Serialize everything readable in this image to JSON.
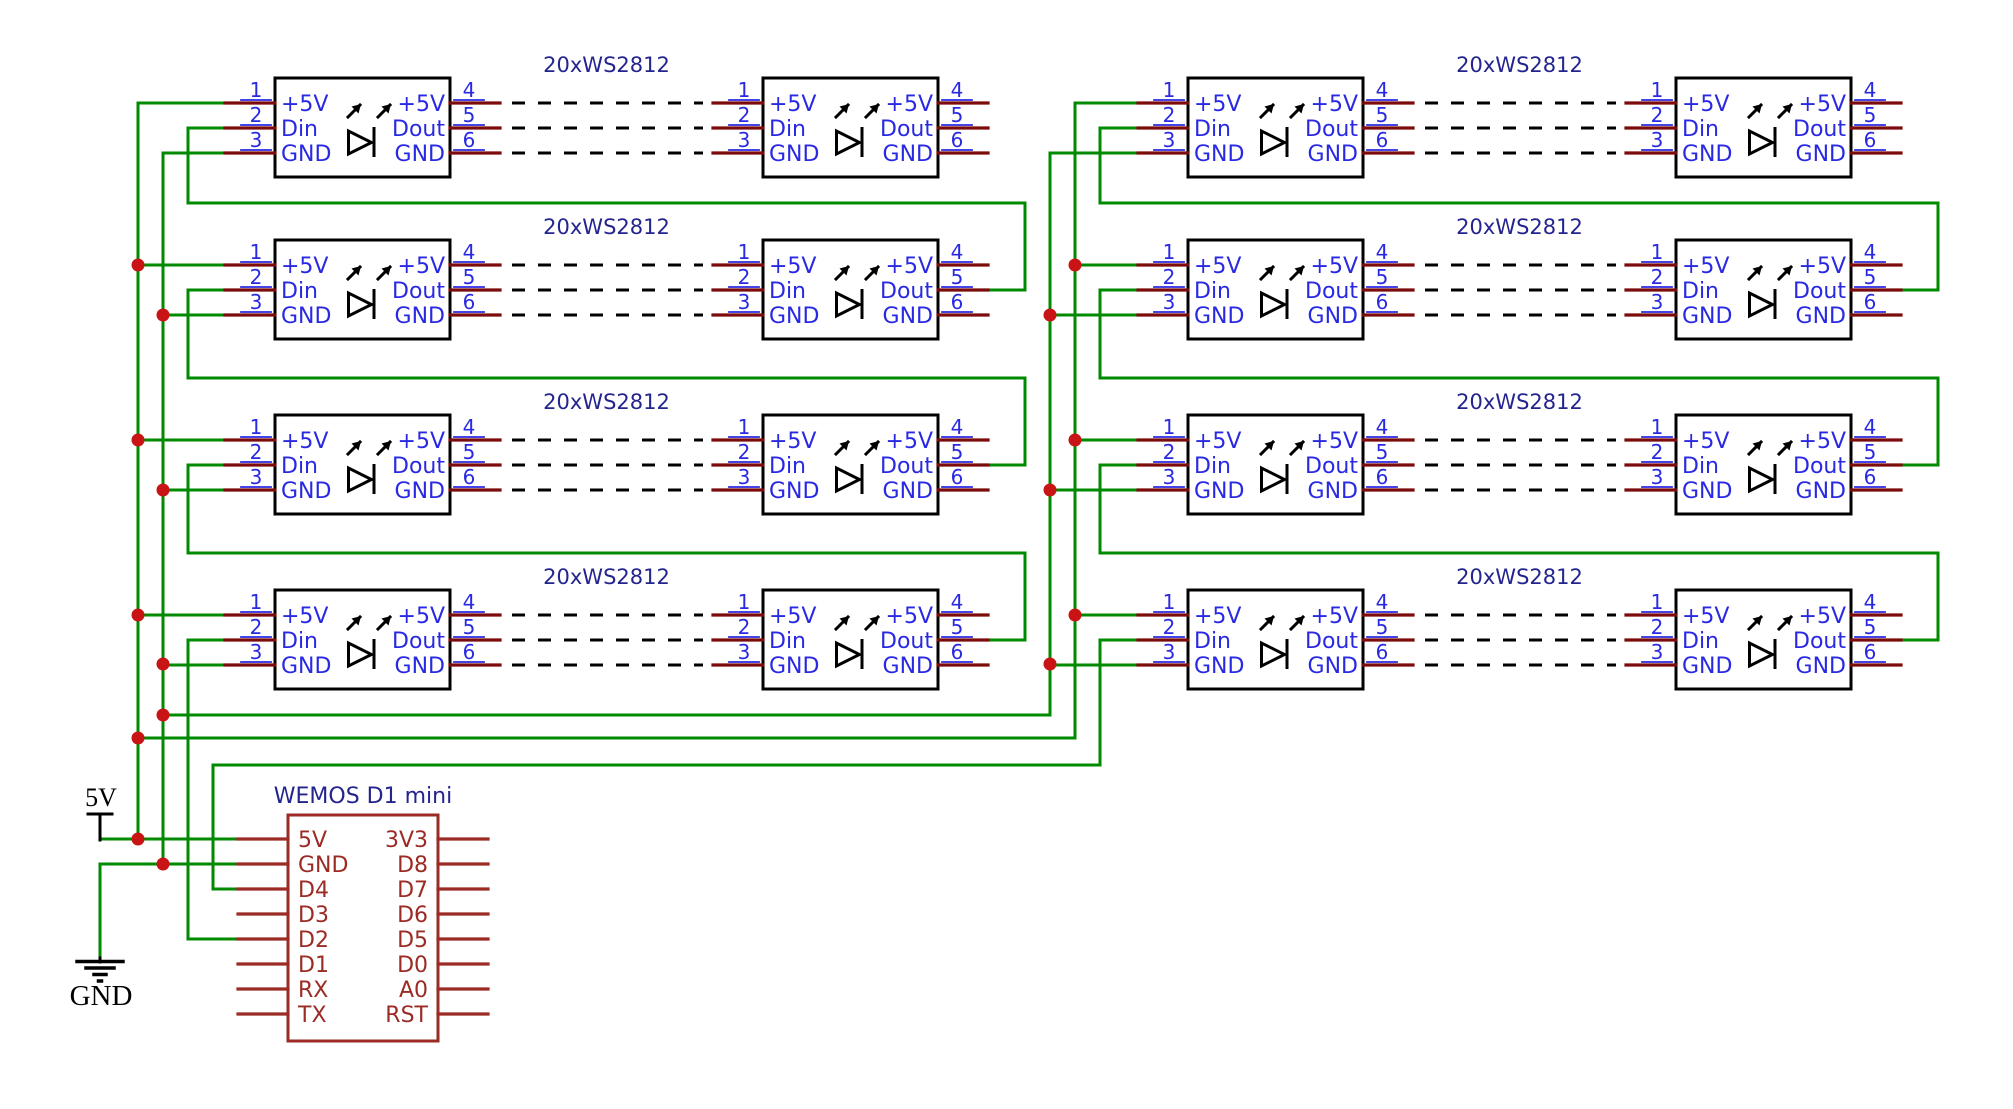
{
  "schematic": {
    "strips": {
      "label": "20xWS2812",
      "columns": 2,
      "rows_per_column": 4,
      "segments_per_row": 2
    },
    "led_block": {
      "left_pins": [
        {
          "num": "1",
          "name": "+5V"
        },
        {
          "num": "2",
          "name": "Din"
        },
        {
          "num": "3",
          "name": "GND"
        }
      ],
      "right_pins": [
        {
          "num": "4",
          "name": "+5V"
        },
        {
          "num": "5",
          "name": "Dout"
        },
        {
          "num": "6",
          "name": "GND"
        }
      ]
    },
    "mcu": {
      "title": "WEMOS D1 mini",
      "left_pins": [
        "5V",
        "GND",
        "D4",
        "D3",
        "D2",
        "D1",
        "RX",
        "TX"
      ],
      "right_pins": [
        "3V3",
        "D8",
        "D7",
        "D6",
        "D5",
        "D0",
        "A0",
        "RST"
      ]
    },
    "power": {
      "v5_label": "5V",
      "gnd_label": "GND"
    },
    "colors": {
      "wire": "#008A00",
      "pin_stub": "#7C0C0C",
      "junction_dot": "#C81414",
      "pin_text": "#2929E3",
      "part_label": "#24248F",
      "mcu": "#9B2B24",
      "symbol": "#000000",
      "block_border": "#000000",
      "background": "#FFFFFF"
    }
  }
}
